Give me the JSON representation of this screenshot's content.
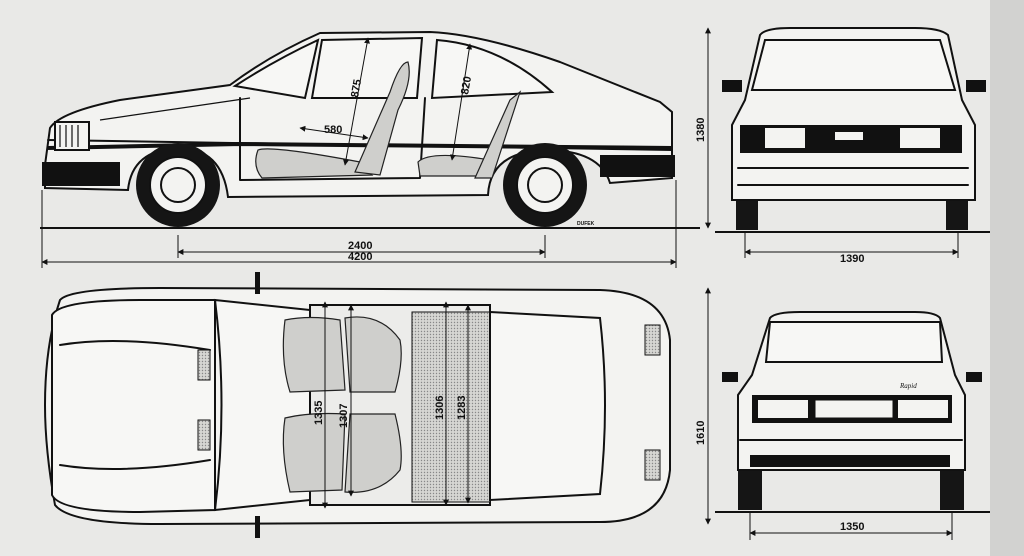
{
  "drawing": {
    "signature": "DUFEK",
    "badge": "Rapid",
    "side_view": {
      "front_headroom": "875",
      "rear_headroom": "820",
      "front_legroom": "580",
      "height": "1380",
      "wheelbase": "2400",
      "length": "4200"
    },
    "front_view": {
      "front_track": "1390"
    },
    "top_view": {
      "front_shoulder_width": "1335",
      "front_hip_width": "1307",
      "rear_shoulder_width": "1306",
      "rear_hip_width": "1283",
      "width": "1610"
    },
    "rear_view": {
      "rear_track": "1350"
    }
  }
}
